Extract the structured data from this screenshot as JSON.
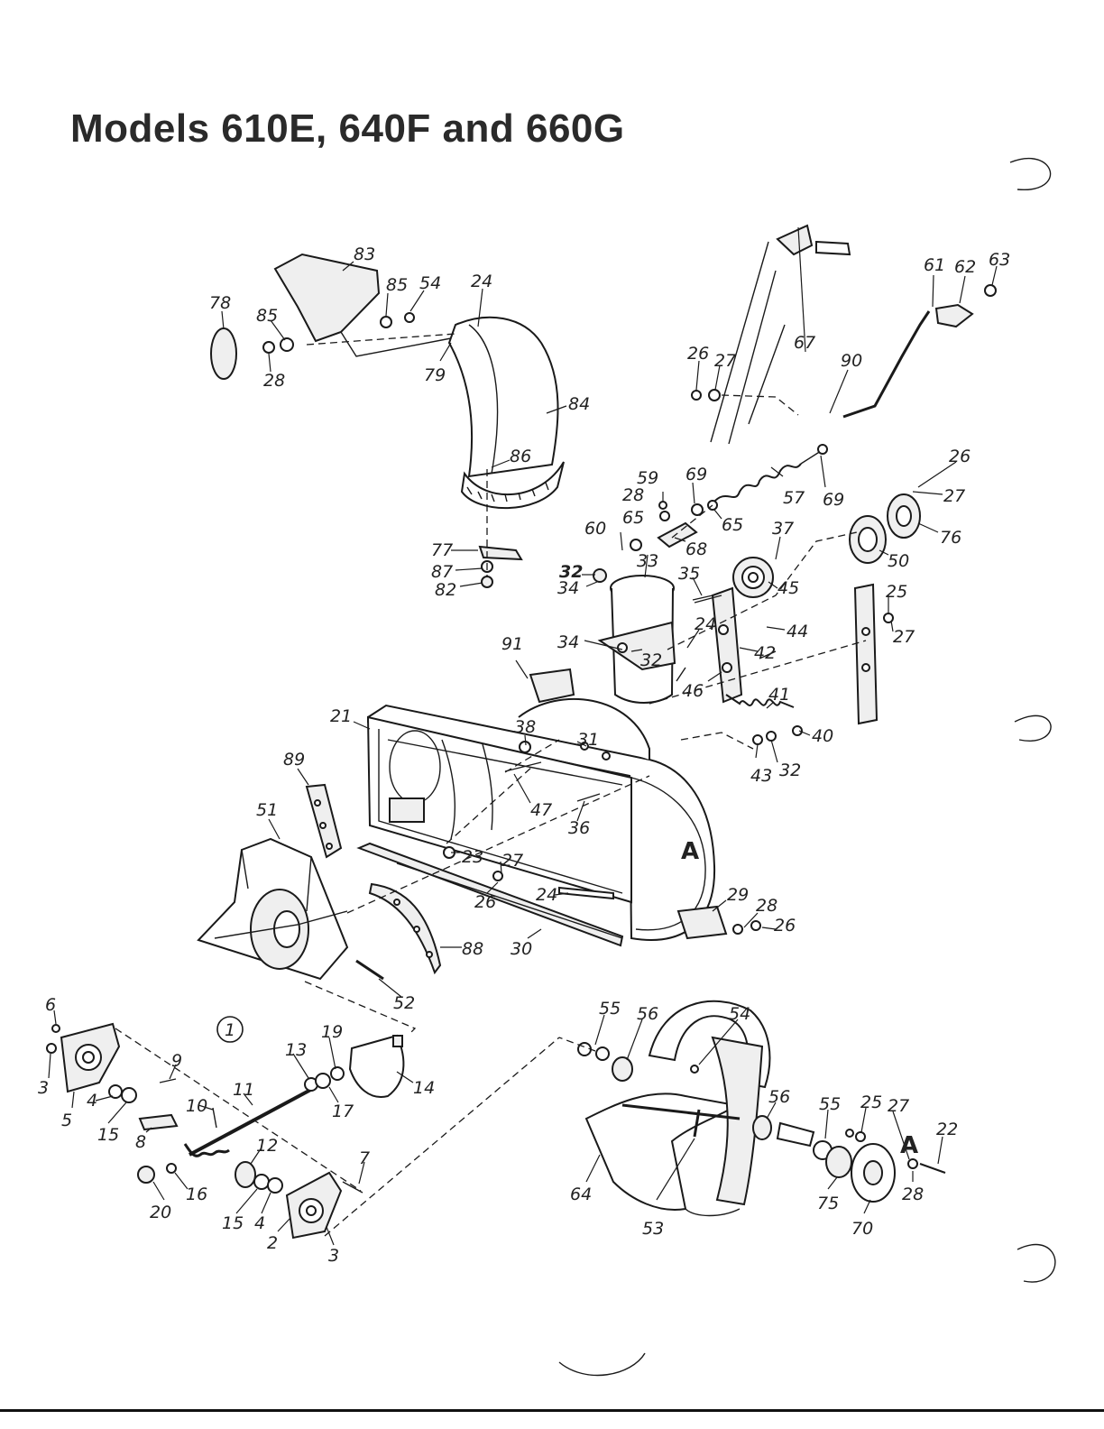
{
  "title": "Models 610E, 640F and 660G",
  "figure_marks": {
    "circled": "1",
    "view_mark_left": "A",
    "view_mark_right": "A"
  },
  "labels": {
    "l83": "83",
    "l78": "78",
    "l85a": "85",
    "l85b": "85",
    "l54a": "54",
    "l24a": "24",
    "l28a": "28",
    "l79": "79",
    "l84": "84",
    "l86": "86",
    "l77": "77",
    "l87": "87",
    "l82": "82",
    "l61": "61",
    "l62": "62",
    "l63": "63",
    "l26a": "26",
    "l27a": "27",
    "l67": "67",
    "l90": "90",
    "l57": "57",
    "l69a": "69",
    "l69b": "69",
    "l26b": "26",
    "l27b": "27",
    "l59": "59",
    "l28b": "28",
    "l65a": "65",
    "l65b": "65",
    "l68": "68",
    "l60": "60",
    "l32a": "32",
    "l33": "33",
    "l34a": "34",
    "l35": "35",
    "l37": "37",
    "l45": "45",
    "l50": "50",
    "l76": "76",
    "l25a": "25",
    "l27c": "27",
    "l24b": "24",
    "l44": "44",
    "l42": "42",
    "l46": "46",
    "l34b": "34",
    "l32b": "32",
    "l91": "91",
    "l41": "41",
    "l40": "40",
    "l32c": "32",
    "l43": "43",
    "l21": "21",
    "l38": "38",
    "l31": "31",
    "l47": "47",
    "l36": "36",
    "l89": "89",
    "l51": "51",
    "l23": "23",
    "l27d": "27",
    "l26c": "26",
    "l24c": "24",
    "l29": "29",
    "l28c": "28",
    "l26d": "26",
    "l30": "30",
    "l88": "88",
    "l52": "52",
    "l6": "6",
    "l3a": "3",
    "l5": "5",
    "l4a": "4",
    "l15a": "15",
    "l9": "9",
    "l10": "10",
    "l8": "8",
    "l11": "11",
    "l13": "13",
    "l19": "19",
    "l17": "17",
    "l14": "14",
    "l12": "12",
    "l7": "7",
    "l16": "16",
    "l20": "20",
    "l15b": "15",
    "l4b": "4",
    "l2": "2",
    "l3b": "3",
    "l55a": "55",
    "l56a": "56",
    "l54b": "54",
    "l56b": "56",
    "l55b": "55",
    "l25b": "25",
    "l27e": "27",
    "l22": "22",
    "l64": "64",
    "l53": "53",
    "l75": "75",
    "l28d": "28",
    "l70": "70"
  }
}
